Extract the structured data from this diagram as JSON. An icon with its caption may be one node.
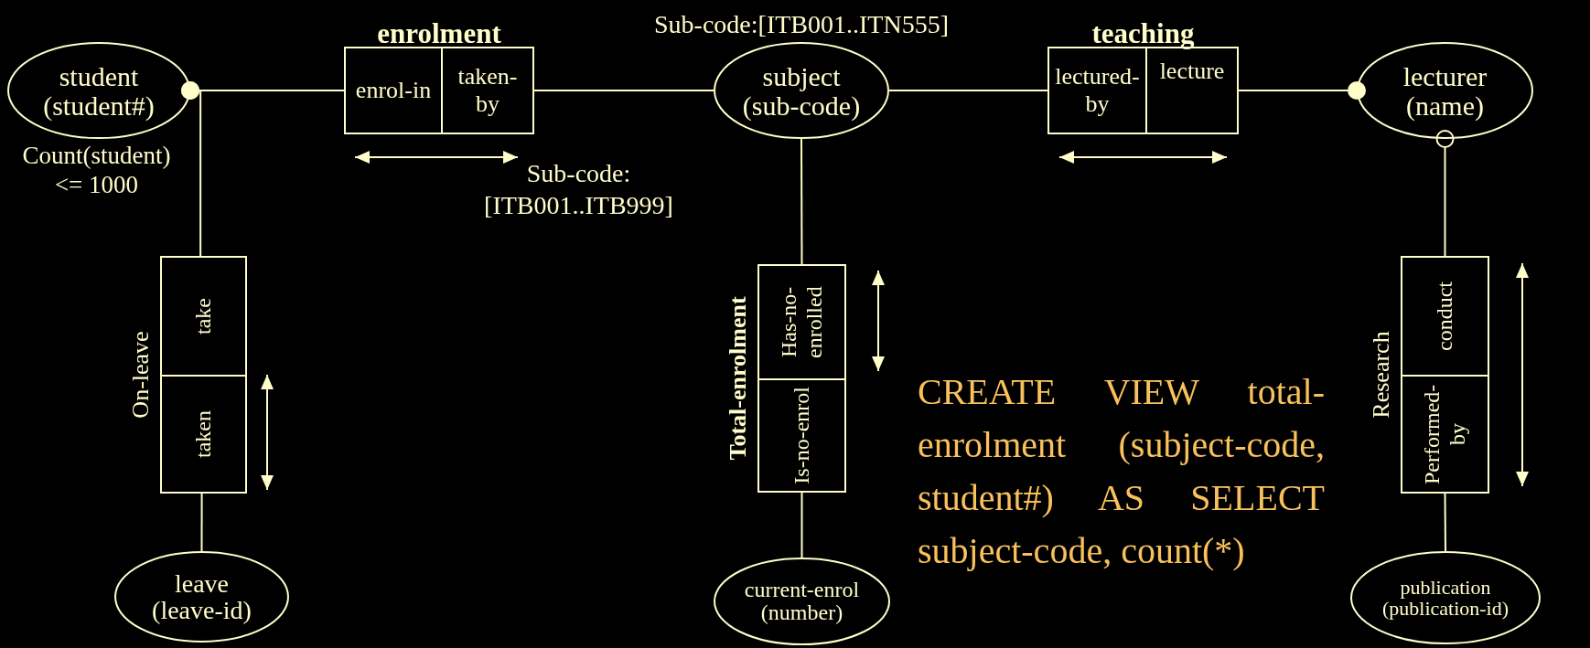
{
  "diagram": {
    "nodes": [
      {
        "text": [
          "student (student#)"
        ],
        "beside": [
          "Count(student) <= 1000"
        ]
      },
      {
        "text": [
          "enrolment"
        ]
      },
      {
        "text": [
          "enrol-in"
        ],
        "in": 1
      },
      {
        "text": [
          "taken-by"
        ],
        "in": 1
      },
      {
        "text": [
          "subject (sub-code)"
        ],
        "beside": [
          "Sub-code:[ITB001..ITN555]"
        ]
      },
      {
        "text": [
          "teaching"
        ]
      },
      {
        "text": [
          "lectured-by"
        ],
        "in": 5
      },
      {
        "text": [
          "lecture"
        ],
        "in": 5
      },
      {
        "text": [
          "lecturer (name)"
        ]
      },
      {
        "text": [
          "On-leave"
        ]
      },
      {
        "text": [
          "take"
        ],
        "in": 9
      },
      {
        "text": [
          "taken"
        ],
        "in": 9
      },
      {
        "text": [
          "leave (leave-id)"
        ]
      },
      {
        "text": [
          "Total-enrolment"
        ]
      },
      {
        "text": [
          "Has-no-enrolled"
        ],
        "in": 13
      },
      {
        "text": [
          "Is-no-enrol"
        ],
        "in": 13
      },
      {
        "text": [
          "current-enrol (number)"
        ]
      },
      {
        "text": [
          "Research"
        ]
      },
      {
        "text": [
          "conduct"
        ],
        "in": 17
      },
      {
        "text": [
          "Performed-by"
        ],
        "in": 17
      },
      {
        "text": [
          "publication (publication-id)"
        ]
      }
    ],
    "edges": [
      {
        "from": 0,
        "to": 2,
        "arrow": "other"
      },
      {
        "from": 3,
        "to": 4,
        "arrow": "none"
      },
      {
        "from": 4,
        "to": 6,
        "arrow": "none"
      },
      {
        "from": 8,
        "to": 7,
        "arrow": "other"
      },
      {
        "from": 0,
        "to": 10,
        "arrow": "other"
      },
      {
        "from": 11,
        "to": 12,
        "arrow": "none"
      },
      {
        "from": 4,
        "to": 14,
        "arrow": "none"
      },
      {
        "from": 15,
        "to": 16,
        "arrow": "none"
      },
      {
        "from": 8,
        "to": 18,
        "arrow": "other"
      },
      {
        "from": 19,
        "to": 20,
        "arrow": "none"
      }
    ],
    "labels": [
      "Sub-code: [ITB001..ITB999]",
      "CREATE VIEW total-enrolment (subject-code, student#) AS SELECT subject-code, count(*)"
    ]
  }
}
